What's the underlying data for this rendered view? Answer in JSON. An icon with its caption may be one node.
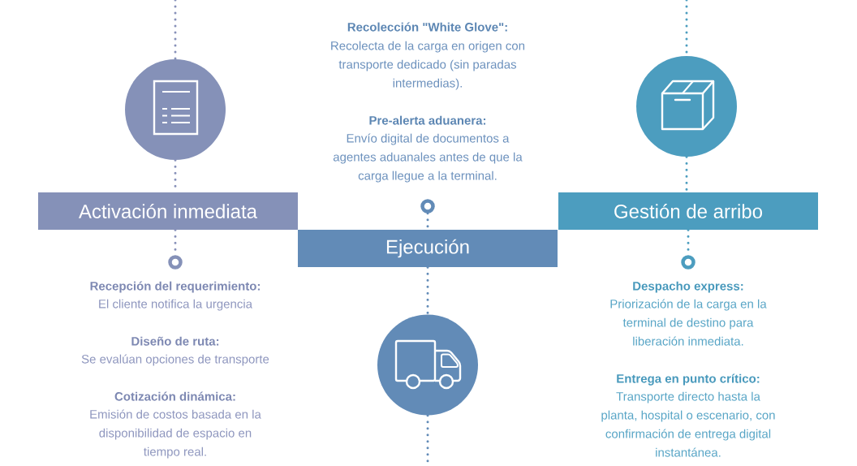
{
  "diagram": {
    "nodes": [
      {
        "text": [],
        "shape": "circle"
      },
      {
        "text": [
          "Activación inmediata"
        ]
      },
      {
        "text": [],
        "shape": "circle"
      },
      {
        "text": [],
        "shape": "circle"
      },
      {
        "text": [
          "Ejecución"
        ]
      },
      {
        "text": [],
        "shape": "circle"
      },
      {
        "text": [],
        "shape": "circle"
      },
      {
        "text": [
          "Gestión de arribo"
        ]
      },
      {
        "text": [],
        "shape": "circle"
      }
    ],
    "edges": [
      {
        "from": null,
        "to": 0,
        "arrow": "none",
        "color": "#8891b9"
      },
      {
        "from": 0,
        "to": 1,
        "arrow": "none",
        "color": "#8891b9"
      },
      {
        "from": 1,
        "to": 2,
        "arrow": "none",
        "color": "#8891b9"
      },
      {
        "from": 3,
        "to": 4,
        "arrow": "none",
        "color": "#628bb7"
      },
      {
        "from": 4,
        "to": 5,
        "arrow": "none",
        "color": "#628bb7"
      },
      {
        "from": 5,
        "to": null,
        "arrow": "none",
        "color": "#628bb7"
      },
      {
        "from": null,
        "to": 6,
        "arrow": "none",
        "color": "#4c9dbf"
      },
      {
        "from": 6,
        "to": 7,
        "arrow": "none",
        "color": "#4c9dbf"
      },
      {
        "from": 7,
        "to": 8,
        "arrow": "none",
        "color": "#4c9dbf"
      }
    ],
    "labels": [
      "Recepción del requerimiento:",
      "El cliente notifica la urgencia",
      "Diseño de ruta:",
      "Se evalúan opciones de transporte",
      "Cotización dinámica:",
      "Emisión de costos basada en la disponibilidad de espacio en tiempo real.",
      "Recolección \"White Glove\":",
      "Recolecta de la carga en origen con transporte dedicado (sin paradas intermedias).",
      "Pre-alerta aduanera:",
      "Envío digital de documentos a agentes aduanales antes de que la carga llegue a la terminal.",
      "Despacho express:",
      "Priorización de la carga en la terminal de destino para liberación inmediata.",
      "Entrega en punto crítico:",
      "Transporte directo hasta la planta, hospital o escenario, con confirmación de entrega digital instantánea."
    ]
  }
}
